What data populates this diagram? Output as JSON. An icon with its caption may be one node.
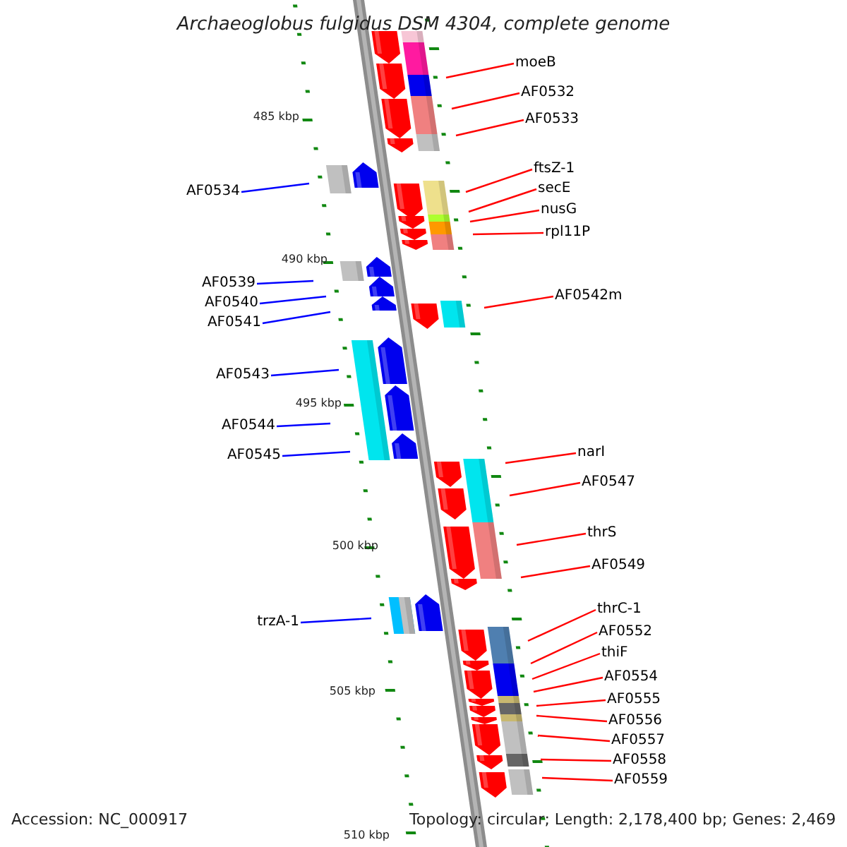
{
  "diagram": {
    "title": "Archaeoglobus fulgidus DSM 4304, complete genome",
    "nodes": [
      {
        "text": [
          "moeB"
        ]
      },
      {
        "text": [
          "AF0532"
        ]
      },
      {
        "text": [
          "AF0533"
        ]
      },
      {
        "text": [
          "ftsZ-1"
        ]
      },
      {
        "text": [
          "secE"
        ]
      },
      {
        "text": [
          "AF0534"
        ]
      },
      {
        "text": [
          "nusG"
        ]
      },
      {
        "text": [
          "rpl11P"
        ]
      },
      {
        "text": [
          "AF0539"
        ]
      },
      {
        "text": [
          "AF0542m"
        ]
      },
      {
        "text": [
          "AF0540"
        ]
      },
      {
        "text": [
          "AF0541"
        ]
      },
      {
        "text": [
          "AF0543"
        ]
      },
      {
        "text": [
          "AF0544"
        ]
      },
      {
        "text": [
          "narI"
        ]
      },
      {
        "text": [
          "AF0545"
        ]
      },
      {
        "text": [
          "AF0547"
        ]
      },
      {
        "text": [
          "thrS"
        ]
      },
      {
        "text": [
          "AF0549"
        ]
      },
      {
        "text": [
          "thrC-1"
        ]
      },
      {
        "text": [
          "trzA-1"
        ]
      },
      {
        "text": [
          "AF0552"
        ]
      },
      {
        "text": [
          "thiF"
        ]
      },
      {
        "text": [
          "AF0554"
        ]
      },
      {
        "text": [
          "AF0555"
        ]
      },
      {
        "text": [
          "AF0556"
        ]
      },
      {
        "text": [
          "AF0557"
        ]
      },
      {
        "text": [
          "AF0558"
        ]
      },
      {
        "text": [
          "AF0559"
        ]
      }
    ],
    "edges": [
      {
        "from": 0,
        "to": null,
        "arrow": "none",
        "color": "#ff0000"
      },
      {
        "from": 1,
        "to": null,
        "arrow": "none",
        "color": "#ff0000"
      },
      {
        "from": 2,
        "to": null,
        "arrow": "none",
        "color": "#ff0000"
      },
      {
        "from": 3,
        "to": null,
        "arrow": "none",
        "color": "#ff0000"
      },
      {
        "from": 4,
        "to": null,
        "arrow": "none",
        "color": "#ff0000"
      },
      {
        "from": 5,
        "to": null,
        "arrow": "none",
        "color": "#0000ff"
      },
      {
        "from": 6,
        "to": null,
        "arrow": "none",
        "color": "#ff0000"
      },
      {
        "from": 7,
        "to": null,
        "arrow": "none",
        "color": "#ff0000"
      },
      {
        "from": 8,
        "to": null,
        "arrow": "none",
        "color": "#0000ff"
      },
      {
        "from": 9,
        "to": null,
        "arrow": "none",
        "color": "#ff0000"
      },
      {
        "from": 10,
        "to": null,
        "arrow": "none",
        "color": "#0000ff"
      },
      {
        "from": 11,
        "to": null,
        "arrow": "none",
        "color": "#0000ff"
      },
      {
        "from": 12,
        "to": null,
        "arrow": "none",
        "color": "#0000ff"
      },
      {
        "from": 13,
        "to": null,
        "arrow": "none",
        "color": "#0000ff"
      },
      {
        "from": 14,
        "to": null,
        "arrow": "none",
        "color": "#ff0000"
      },
      {
        "from": 15,
        "to": null,
        "arrow": "none",
        "color": "#0000ff"
      },
      {
        "from": 16,
        "to": null,
        "arrow": "none",
        "color": "#ff0000"
      },
      {
        "from": 17,
        "to": null,
        "arrow": "none",
        "color": "#ff0000"
      },
      {
        "from": 18,
        "to": null,
        "arrow": "none",
        "color": "#ff0000"
      },
      {
        "from": 19,
        "to": null,
        "arrow": "none",
        "color": "#ff0000"
      },
      {
        "from": 20,
        "to": null,
        "arrow": "none",
        "color": "#0000ff"
      },
      {
        "from": 21,
        "to": null,
        "arrow": "none",
        "color": "#ff0000"
      },
      {
        "from": 22,
        "to": null,
        "arrow": "none",
        "color": "#ff0000"
      },
      {
        "from": 23,
        "to": null,
        "arrow": "none",
        "color": "#ff0000"
      },
      {
        "from": 24,
        "to": null,
        "arrow": "none",
        "color": "#ff0000"
      },
      {
        "from": 25,
        "to": null,
        "arrow": "none",
        "color": "#ff0000"
      },
      {
        "from": 26,
        "to": null,
        "arrow": "none",
        "color": "#ff0000"
      },
      {
        "from": 27,
        "to": null,
        "arrow": "none",
        "color": "#ff0000"
      },
      {
        "from": 28,
        "to": null,
        "arrow": "none",
        "color": "#ff0000"
      }
    ],
    "labels": [
      "485 kbp",
      "490 kbp",
      "495 kbp",
      "500 kbp",
      "505 kbp",
      "510 kbp",
      "Accession: NC_000917",
      "Topology: circular; Length: 2,178,400 bp; Genes: 2,469"
    ]
  }
}
